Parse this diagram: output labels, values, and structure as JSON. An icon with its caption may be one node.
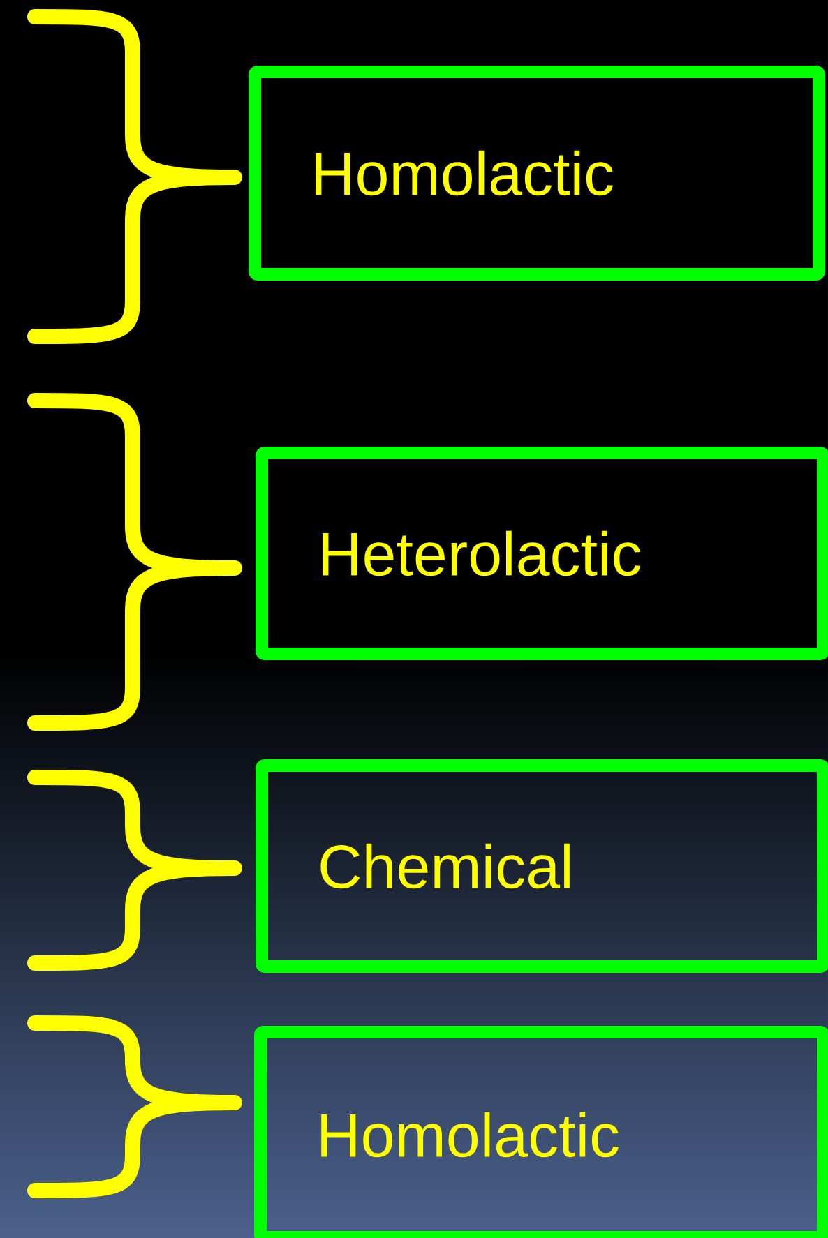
{
  "diagram": {
    "nodes": [
      {
        "text": [
          "Homolactic"
        ]
      },
      {
        "text": [
          "Heterolactic"
        ]
      },
      {
        "text": [
          "Chemical"
        ]
      },
      {
        "text": [
          "Homolactic"
        ]
      }
    ]
  }
}
